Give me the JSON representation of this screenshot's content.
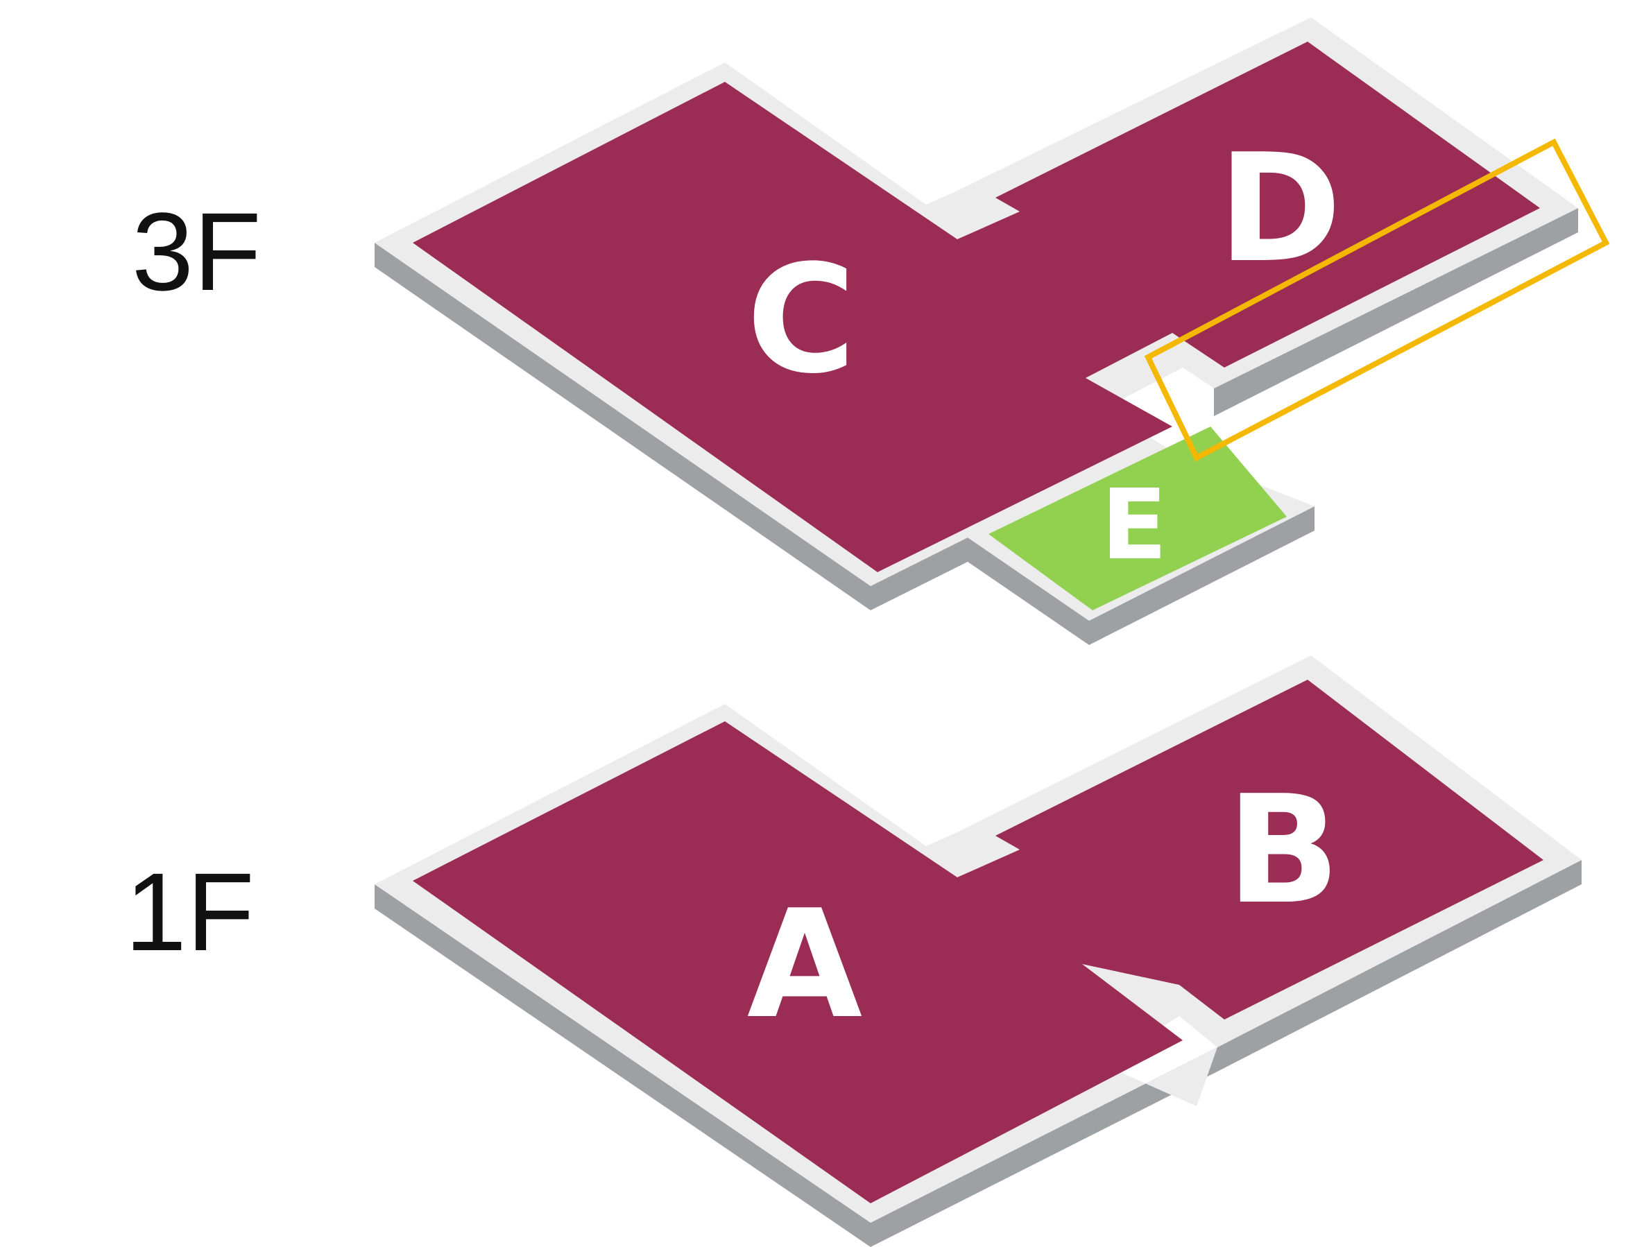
{
  "floors": [
    {
      "label": "3F",
      "zones": [
        {
          "label": "C",
          "color": "#9b2c53"
        },
        {
          "label": "D",
          "color": "#9b2c53"
        },
        {
          "label": "E",
          "color": "#92d050"
        }
      ]
    },
    {
      "label": "1F",
      "zones": [
        {
          "label": "A",
          "color": "#9b2c53"
        },
        {
          "label": "B",
          "color": "#9b2c53"
        }
      ]
    }
  ],
  "colors": {
    "zone_primary": "#9b2c53",
    "zone_highlight": "#92d050",
    "slab_top": "#ececec",
    "slab_side": "#9ea1a3",
    "highlight_box": "#f5b800",
    "label_text": "#111111"
  }
}
